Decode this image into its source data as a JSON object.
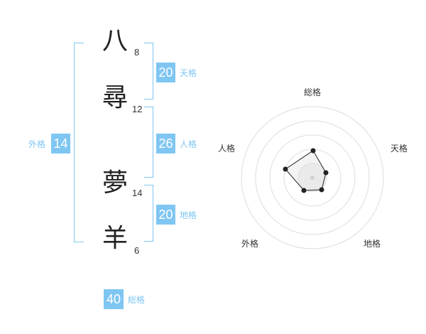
{
  "name": {
    "chars": [
      {
        "kanji": "八",
        "strokes": "8"
      },
      {
        "kanji": "尋",
        "strokes": "12"
      },
      {
        "kanji": "夢",
        "strokes": "14"
      },
      {
        "kanji": "羊",
        "strokes": "6"
      }
    ]
  },
  "fortunes": {
    "tenkaku": {
      "value": "20",
      "label": "天格"
    },
    "jinkaku": {
      "value": "26",
      "label": "人格"
    },
    "chikaku": {
      "value": "20",
      "label": "地格"
    },
    "gaikaku": {
      "value": "14",
      "label": "外格"
    },
    "soukaku": {
      "value": "40",
      "label": "総格"
    }
  },
  "radar": {
    "labels": {
      "top": "総格",
      "right": "天格",
      "bottom_right": "地格",
      "bottom_left": "外格",
      "left": "人格"
    }
  },
  "colors": {
    "accent": "#7fc6f2",
    "text": "#333333"
  }
}
